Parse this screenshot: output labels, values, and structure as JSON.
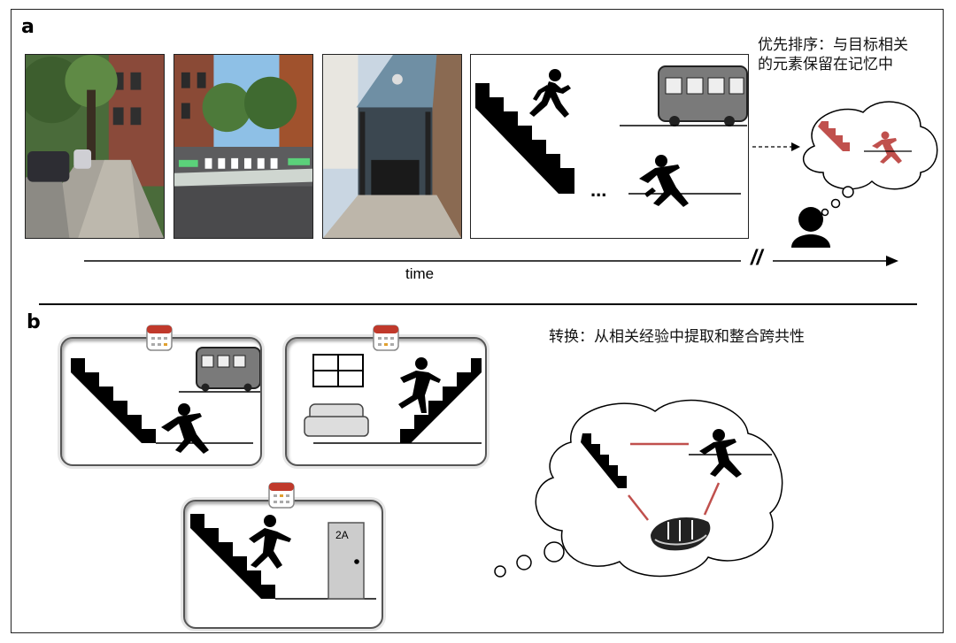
{
  "panel_a": {
    "label": "a",
    "caption": [
      "优先排序：与目标相关",
      "的元素保留在记忆中"
    ],
    "time_label": "time",
    "ellipsis": "...",
    "break_mark": "//"
  },
  "panel_b": {
    "label": "b",
    "caption": "转换：从相关经验中提取和整合跨共性",
    "door_label": "2A"
  },
  "colors": {
    "memory_red": "#c0504d",
    "stroke": "#111111"
  }
}
